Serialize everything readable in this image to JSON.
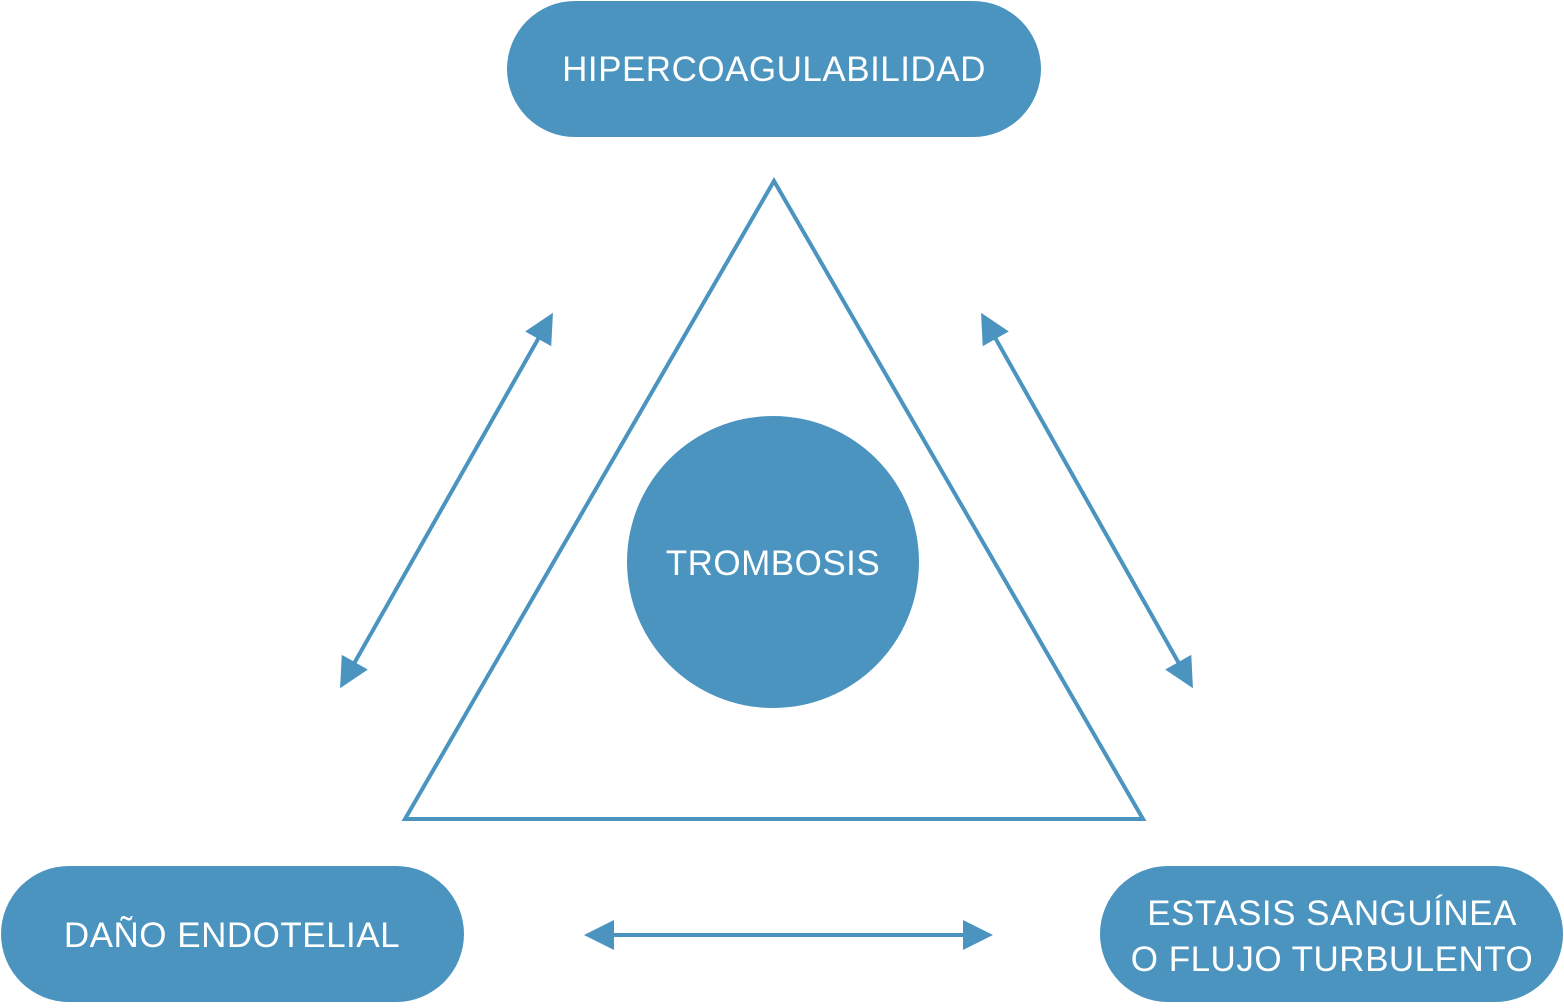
{
  "diagram": {
    "center": {
      "label": "TROMBOSIS"
    },
    "top": {
      "label": "HIPERCOAGULABILIDAD"
    },
    "left": {
      "label": "DAÑO ENDOTELIAL"
    },
    "right": {
      "line1": "ESTASIS SANGUÍNEA",
      "line2": "O FLUJO TURBULENTO"
    }
  },
  "colors": {
    "accent": "#4a94bf",
    "text_on_accent": "#ffffff",
    "background": "#ffffff"
  }
}
